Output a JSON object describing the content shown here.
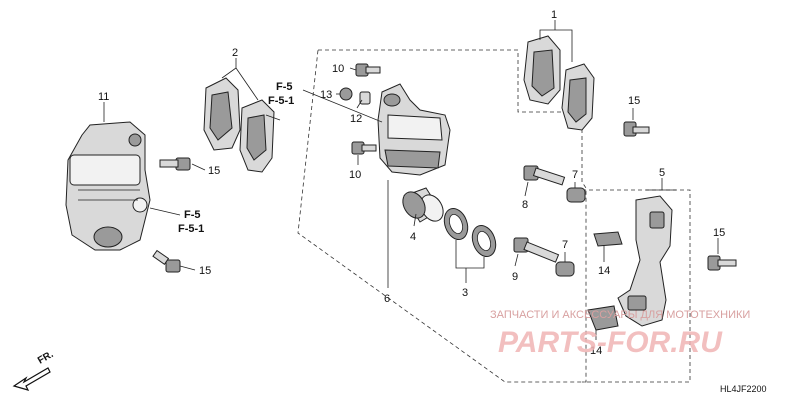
{
  "labels": {
    "p1": "1",
    "p2": "2",
    "p3": "3",
    "p4": "4",
    "p5": "5",
    "p6": "6",
    "p7a": "7",
    "p7b": "7",
    "p8": "8",
    "p9": "9",
    "p10a": "10",
    "p10b": "10",
    "p11": "11",
    "p12": "12",
    "p13": "13",
    "p14a": "14",
    "p14b": "14",
    "p15a": "15",
    "p15b": "15",
    "p15c": "15",
    "p15d": "15"
  },
  "refs": {
    "top_a": "F-5",
    "top_b": "F-5-1",
    "mid_a": "F-5",
    "mid_b": "F-5-1"
  },
  "watermark": {
    "line1": "ЗАПЧАСТИ И АКСЕССУАРЫ ДЛЯ МОТОТЕХНИКИ",
    "line2": "PARTS-FOR.RU"
  },
  "diagram_code": "HL4JF2200",
  "front_marker": "FR.",
  "colors": {
    "line": "#222222",
    "part": "#d9d9d9",
    "watermark": "#f0b4b4"
  }
}
